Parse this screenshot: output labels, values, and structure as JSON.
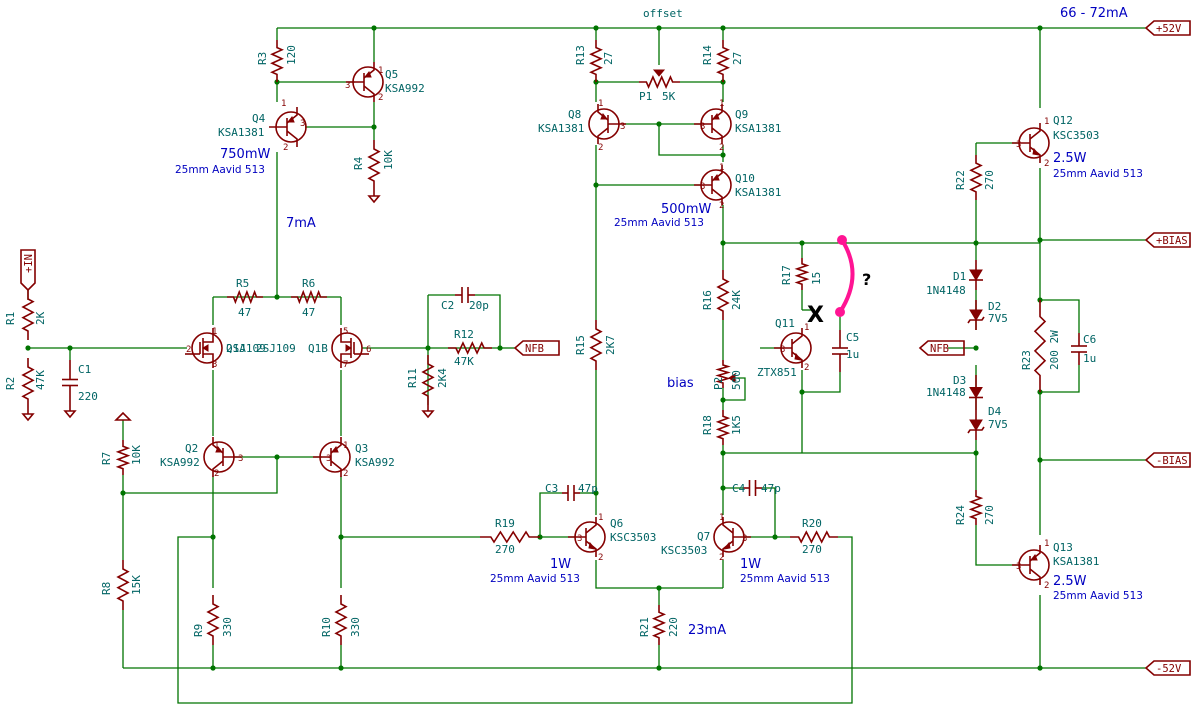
{
  "labels": {
    "pos_supply": "+52V",
    "neg_supply": "-52V",
    "pos_bias": "+BIAS",
    "neg_bias": "-BIAS",
    "in": "+IN",
    "nfb": "NFB"
  },
  "notes": {
    "offset": "offset",
    "supply_current": "66 - 72mA",
    "q4_power": "750mW",
    "q4_sink": "25mm Aavid 513",
    "vas_current": "7mA",
    "q10_power": "500mW",
    "q10_sink": "25mm Aavid 513",
    "q12_power": "2.5W",
    "q12_sink": "25mm Aavid 513",
    "q13_power": "2.5W",
    "q13_sink": "25mm Aavid 513",
    "q6_power": "1W",
    "q6_sink": "25mm Aavid 513",
    "q7_power": "1W",
    "q7_sink": "25mm Aavid 513",
    "tail_current": "23mA",
    "bias": "bias",
    "cross_mark": "X",
    "question": "?"
  },
  "parts": {
    "R1": {
      "ref": "R1",
      "value": "2K"
    },
    "R2": {
      "ref": "R2",
      "value": "47K"
    },
    "C1": {
      "ref": "C1",
      "value": "220"
    },
    "R3": {
      "ref": "R3",
      "value": "120"
    },
    "R4": {
      "ref": "R4",
      "value": "10K"
    },
    "Q4": {
      "ref": "Q4",
      "value": "KSA1381"
    },
    "Q5": {
      "ref": "Q5",
      "value": "KSA992"
    },
    "R5": {
      "ref": "R5",
      "value": "47"
    },
    "R6": {
      "ref": "R6",
      "value": "47"
    },
    "Q1A": {
      "ref": "Q1A",
      "value": "2SJ109"
    },
    "Q1B": {
      "ref": "Q1B",
      "value": ""
    },
    "C2": {
      "ref": "C2",
      "value": "20p"
    },
    "R12": {
      "ref": "R12",
      "value": "47K"
    },
    "R11": {
      "ref": "R11",
      "value": "2K4"
    },
    "Q2": {
      "ref": "Q2",
      "value": "KSA992"
    },
    "Q3": {
      "ref": "Q3",
      "value": "KSA992"
    },
    "R7": {
      "ref": "R7",
      "value": "10K"
    },
    "R8": {
      "ref": "R8",
      "value": "15K"
    },
    "R9": {
      "ref": "R9",
      "value": "330"
    },
    "R10": {
      "ref": "R10",
      "value": "330"
    },
    "R13": {
      "ref": "R13",
      "value": "27"
    },
    "R14": {
      "ref": "R14",
      "value": "27"
    },
    "P1": {
      "ref": "P1",
      "value": "5K"
    },
    "Q8": {
      "ref": "Q8",
      "value": "KSA1381"
    },
    "Q9": {
      "ref": "Q9",
      "value": "KSA1381"
    },
    "Q10": {
      "ref": "Q10",
      "value": "KSA1381"
    },
    "R15": {
      "ref": "R15",
      "value": "2K7"
    },
    "R16": {
      "ref": "R16",
      "value": "24K"
    },
    "R17": {
      "ref": "R17",
      "value": "15"
    },
    "Q11": {
      "ref": "Q11",
      "value": "ZTX851"
    },
    "C5": {
      "ref": "C5",
      "value": "1u"
    },
    "P2": {
      "ref": "P2",
      "value": "500"
    },
    "R18": {
      "ref": "R18",
      "value": "1K5"
    },
    "C3": {
      "ref": "C3",
      "value": "47p"
    },
    "C4": {
      "ref": "C4",
      "value": "47p"
    },
    "Q6": {
      "ref": "Q6",
      "value": "KSC3503"
    },
    "Q7": {
      "ref": "Q7",
      "value": "KSC3503"
    },
    "R19": {
      "ref": "R19",
      "value": "270"
    },
    "R20": {
      "ref": "R20",
      "value": "270"
    },
    "R21": {
      "ref": "R21",
      "value": "220"
    },
    "Q12": {
      "ref": "Q12",
      "value": "KSC3503"
    },
    "Q13": {
      "ref": "Q13",
      "value": "KSA1381"
    },
    "R22": {
      "ref": "R22",
      "value": "270"
    },
    "R24": {
      "ref": "R24",
      "value": "270"
    },
    "D1": {
      "ref": "D1",
      "value": "1N4148"
    },
    "D2": {
      "ref": "D2",
      "value": "7V5"
    },
    "D3": {
      "ref": "D3",
      "value": "1N4148"
    },
    "D4": {
      "ref": "D4",
      "value": "7V5"
    },
    "R23": {
      "ref": "R23",
      "value": "200 2W"
    },
    "C6": {
      "ref": "C6",
      "value": "1u"
    }
  },
  "colors": {
    "wire": "#007400",
    "component": "#840000",
    "reference": "#006464",
    "annotation": "#0000c0",
    "edit_mark": "#ff1493"
  }
}
